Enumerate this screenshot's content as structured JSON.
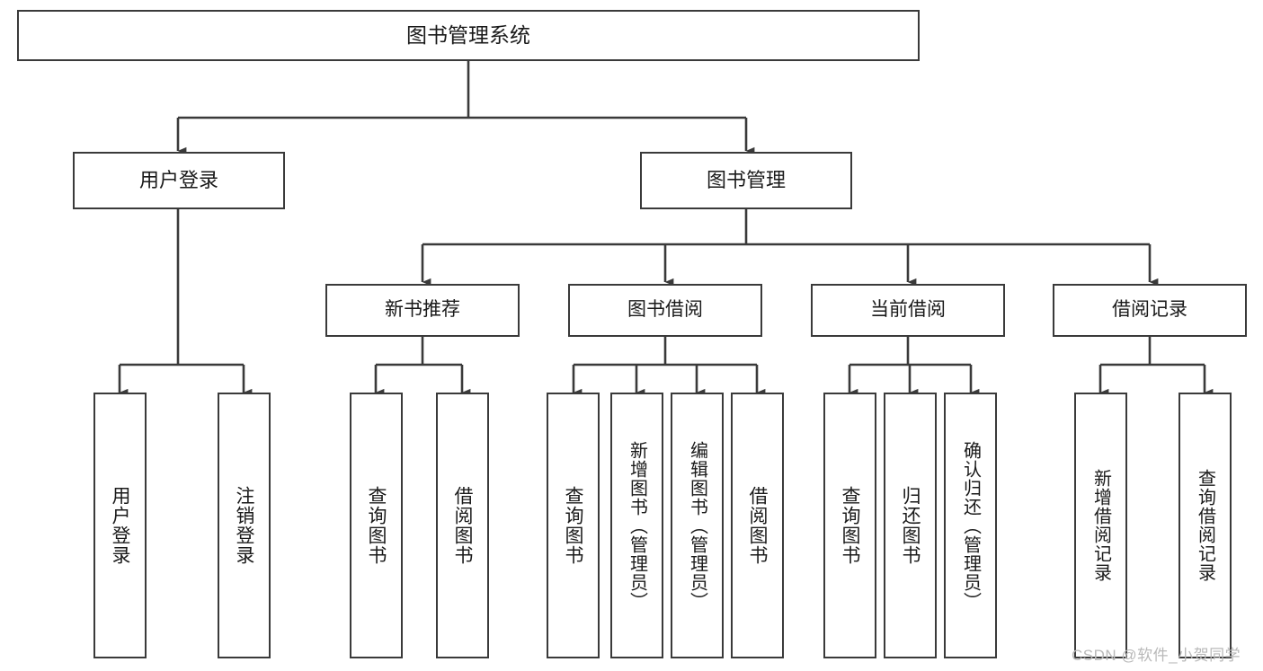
{
  "diagram": {
    "title": "图书管理系统",
    "type": "tree-hierarchy-chart",
    "line_color": "#3a3a3a",
    "box_fill": "#ffffff",
    "text_color": "#1a1a1a"
  },
  "root": {
    "label": "图书管理系统"
  },
  "level2": [
    {
      "label": "用户登录"
    },
    {
      "label": "图书管理"
    }
  ],
  "level3": [
    {
      "label": "新书推荐"
    },
    {
      "label": "图书借阅"
    },
    {
      "label": "当前借阅"
    },
    {
      "label": "借阅记录"
    }
  ],
  "leaves": {
    "user_login": [
      {
        "label": "用户登录"
      },
      {
        "label": "注销登录"
      }
    ],
    "new_book_recommend": [
      {
        "label": "查询图书"
      },
      {
        "label": "借阅图书"
      }
    ],
    "book_borrow": [
      {
        "label": "查询图书"
      },
      {
        "label": "新增图书（管理员）"
      },
      {
        "label": "编辑图书（管理员）"
      },
      {
        "label": "借阅图书"
      }
    ],
    "current_borrow": [
      {
        "label": "查询图书"
      },
      {
        "label": "归还图书"
      },
      {
        "label": "确认归还（管理员）"
      }
    ],
    "borrow_record": [
      {
        "label": "新增借阅记录"
      },
      {
        "label": "查询借阅记录"
      }
    ]
  },
  "watermark": {
    "text": "CSDN @软件_小贺同学",
    "color": "#b9b9b9"
  }
}
